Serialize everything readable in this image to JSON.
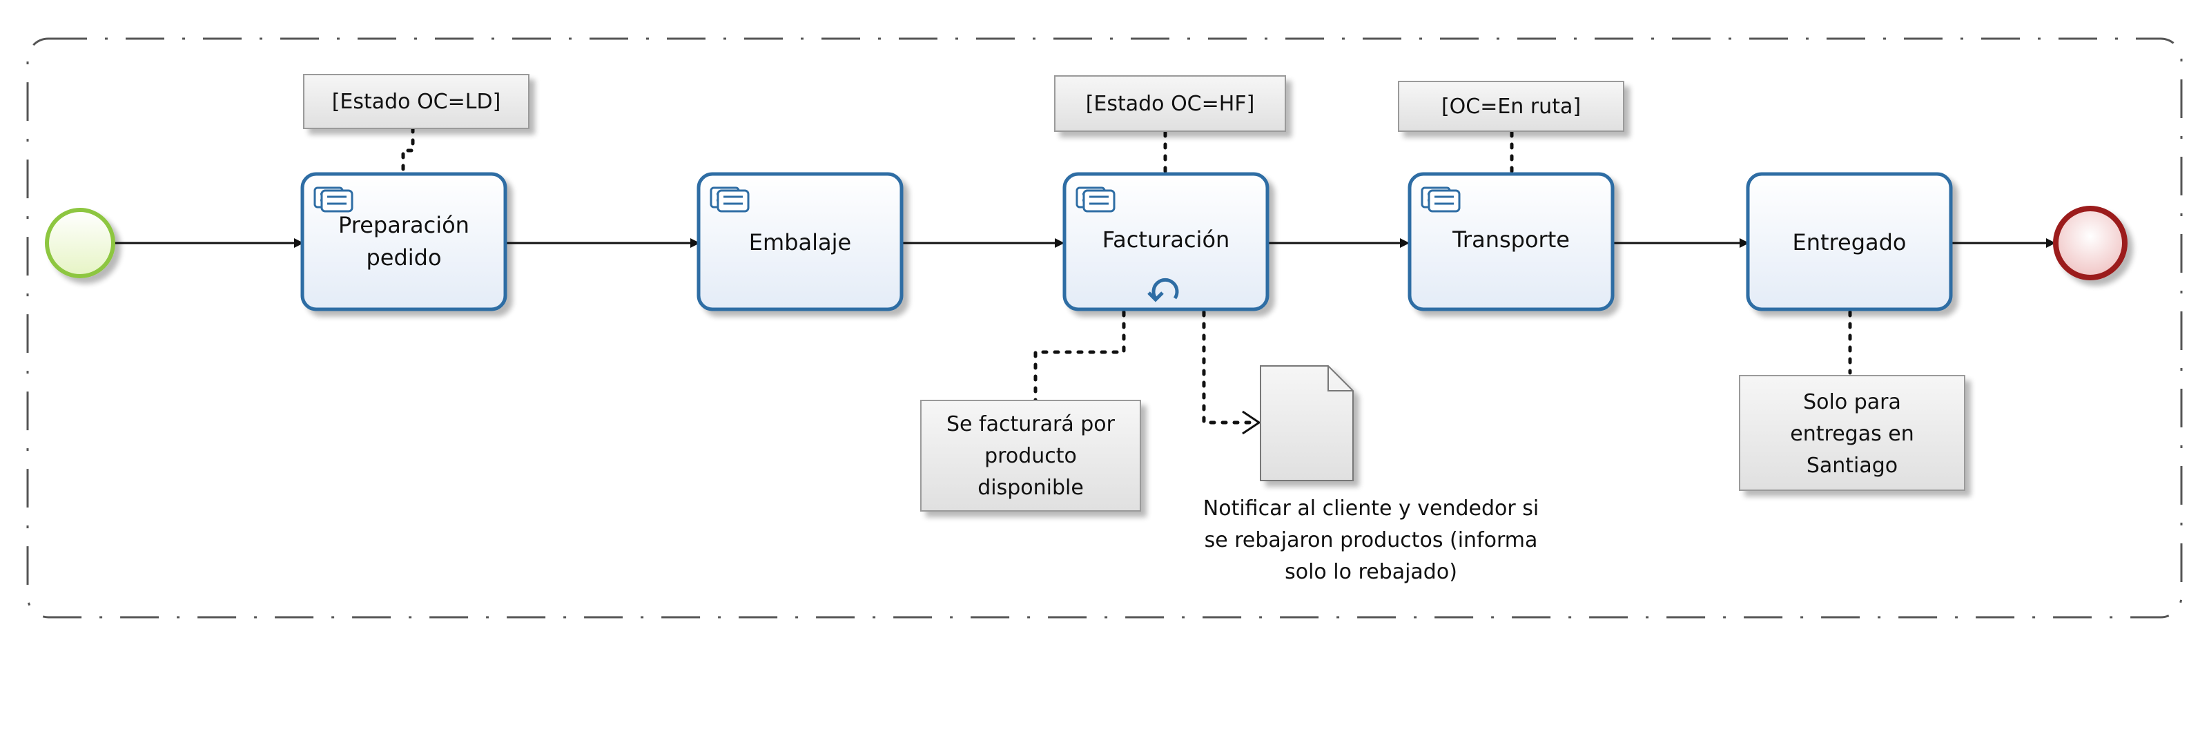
{
  "diagram": {
    "tasks": [
      {
        "name": "task-preparacion",
        "lines": [
          "Preparación",
          "pedido"
        ],
        "icon": "user-task-icon"
      },
      {
        "name": "task-embalaje",
        "lines": [
          "Embalaje"
        ],
        "icon": "user-task-icon"
      },
      {
        "name": "task-facturacion",
        "lines": [
          "Facturación"
        ],
        "icon": "user-task-icon",
        "marker": "loop-icon"
      },
      {
        "name": "task-transporte",
        "lines": [
          "Transporte"
        ],
        "icon": "user-task-icon"
      },
      {
        "name": "task-entregado",
        "lines": [
          "Entregado"
        ]
      }
    ],
    "conditions": [
      {
        "name": "condition-estado-ld",
        "text": "[Estado OC=LD]"
      },
      {
        "name": "condition-estado-hf",
        "text": "[Estado OC=HF]"
      },
      {
        "name": "condition-en-ruta",
        "text": "[OC=En ruta]"
      }
    ],
    "annotations": [
      {
        "name": "annotation-facturacion",
        "lines": [
          "Se facturará por",
          "producto",
          "disponible"
        ]
      },
      {
        "name": "annotation-entregas",
        "lines": [
          "Solo para",
          "entregas en",
          "Santiago"
        ]
      }
    ],
    "document": {
      "name": "document-notificacion",
      "icon": "document-icon",
      "lines": [
        "Notificar al cliente y vendedor si",
        "se rebajaron productos (informa",
        "solo lo rebajado)"
      ]
    },
    "events": {
      "start": "start-event-icon",
      "end": "end-event-icon"
    },
    "colors": {
      "task_border": "#2e6da4",
      "task_fill_top": "#ffffff",
      "task_fill_bottom": "#e4ecf7",
      "start_stroke": "#8dc63f",
      "start_fill": "#f0f9d8",
      "end_stroke": "#9b1c1c",
      "end_fill": "#f7d6d6",
      "note_fill": "#ececec",
      "note_border": "#9a9a9a"
    }
  }
}
